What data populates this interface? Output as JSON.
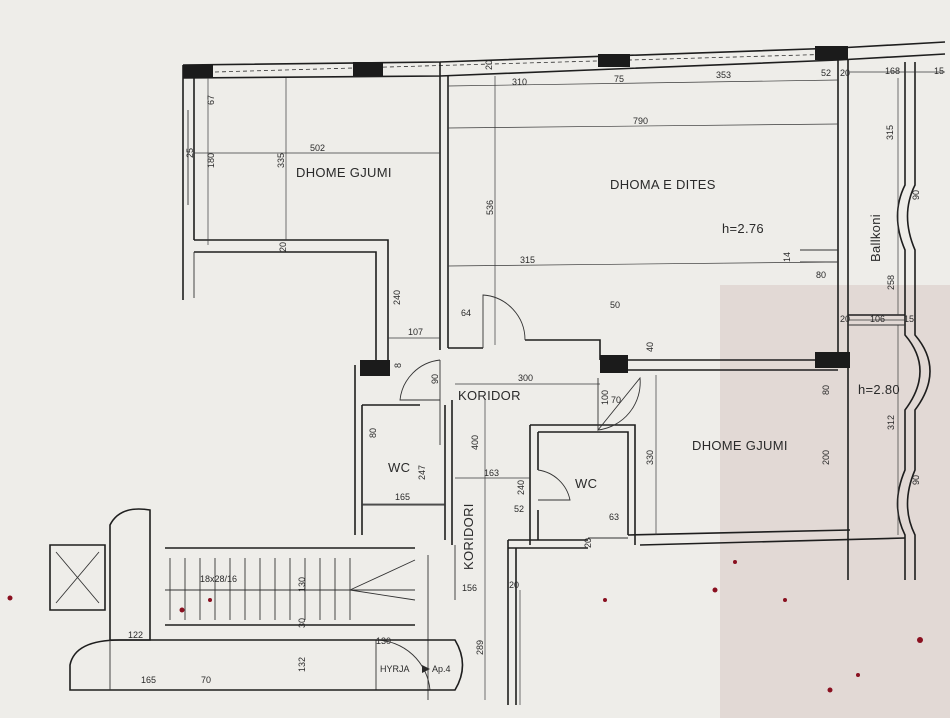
{
  "colors": {
    "paper": "#f2f1ee",
    "ink": "#1e1e1e",
    "shadow": "#ddd0cc",
    "stain": "#8a1020"
  },
  "rooms": {
    "bedroom_1": "DHOME GJUMI",
    "living_room": "DHOMA E DITES",
    "living_height": "h=2.76",
    "corridor": "KORIDOR",
    "wc_left": "WC",
    "wc_right": "WC",
    "bedroom_2": "DHOME GJUMI",
    "bedroom_2_height": "h=2.80",
    "balcony": "Ballkoni",
    "koridori": "KORIDORI",
    "stairs": "18x28/16",
    "entrance": "HYRJA",
    "apartment": "Ap.4"
  },
  "dimensions": {
    "d20_top": "20",
    "d310": "310",
    "d75": "75",
    "d353": "353",
    "d52": "52",
    "d20_right": "20",
    "d168": "168",
    "d15_top": "15",
    "d67": "67",
    "d25": "25",
    "d180": "180",
    "d335": "335",
    "d502": "502",
    "d790": "790",
    "d315_right": "315",
    "d536": "536",
    "d20_left": "20",
    "d90_top": "90",
    "d14": "14",
    "d315_mid": "315",
    "d80_mid": "80",
    "d258": "258",
    "d240_left": "240",
    "d50": "50",
    "d64": "64",
    "d107": "107",
    "d20_balc": "20",
    "d106": "106",
    "d15_balc": "15",
    "d40": "40",
    "d8": "8",
    "d90_door": "90",
    "d300": "300",
    "d100": "100",
    "d70": "70",
    "d80_right": "80",
    "d80_wc": "80",
    "d247": "247",
    "d400": "400",
    "d163": "163",
    "d240_wc": "240",
    "d330": "330",
    "d312": "312",
    "d200": "200",
    "d165": "165",
    "d52_low": "52",
    "d63": "63",
    "d90_low": "90",
    "d20_wc": "20",
    "d130_stair": "130",
    "d20_bottom": "20",
    "d156": "156",
    "d30": "30",
    "d122": "122",
    "d130_lower": "130",
    "d289": "289",
    "d132": "132",
    "d165_bottom": "165",
    "d70_bottom": "70"
  }
}
